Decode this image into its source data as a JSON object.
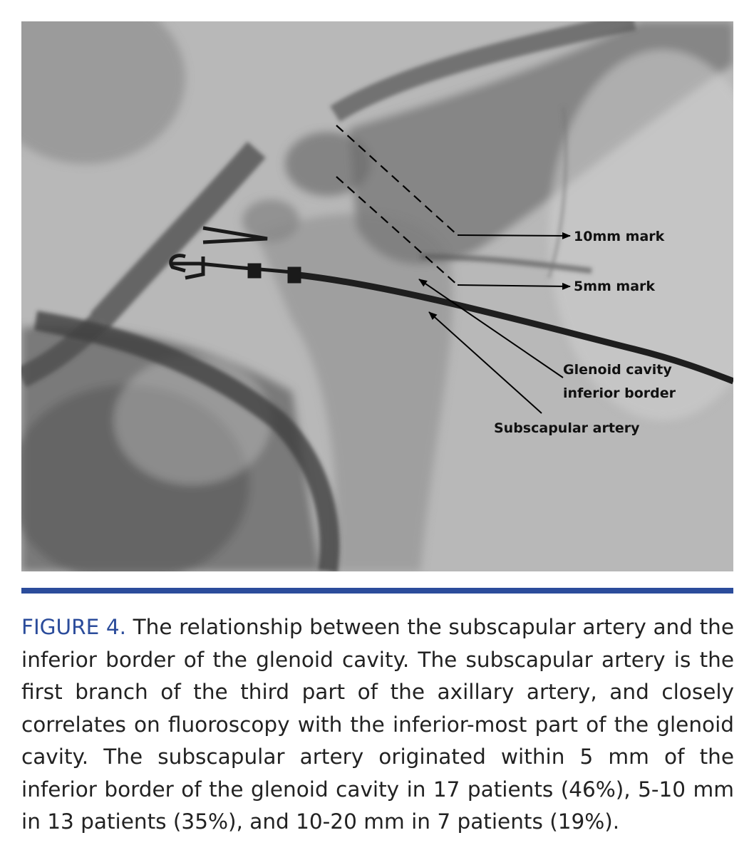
{
  "figure": {
    "labels": {
      "mark_10mm": "10mm mark",
      "mark_5mm": "5mm mark",
      "glenoid_line1": "Glenoid cavity",
      "glenoid_line2": "inferior border",
      "subscapular": "Subscapular artery"
    }
  },
  "caption": {
    "label": "FIGURE 4.",
    "text": " The relationship between the subscapular artery and the inferior border of the glenoid cavity. The subscapular artery is the first branch of the third part of the axillary artery, and closely correlates on fluoroscopy with the inferior-most part of the gle­noid cavity. The subscapular artery originated within 5 mm of the inferior border of the glenoid cavity in 17 patients (46%), 5-10 mm in 13 patients (35%), and 10-20 mm in 7 patients (19%)."
  },
  "colors": {
    "accent": "#2b4c9b",
    "xray_background": "#b5b5b5"
  }
}
